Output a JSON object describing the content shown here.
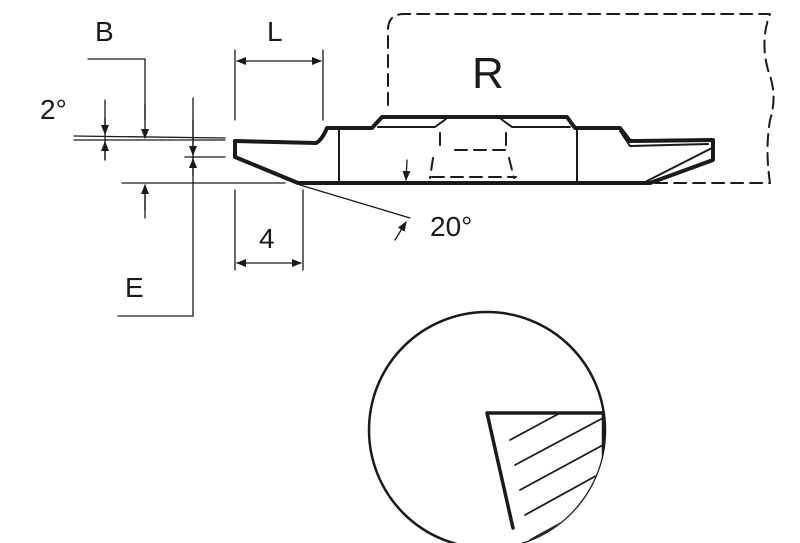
{
  "labels": {
    "b": "B",
    "l": "L",
    "r": "R",
    "angle_top": "2°",
    "angle_bottom": "20°",
    "four": "4",
    "e": "E"
  },
  "colors": {
    "line": "#1a1a1a",
    "background": "#ffffff"
  }
}
